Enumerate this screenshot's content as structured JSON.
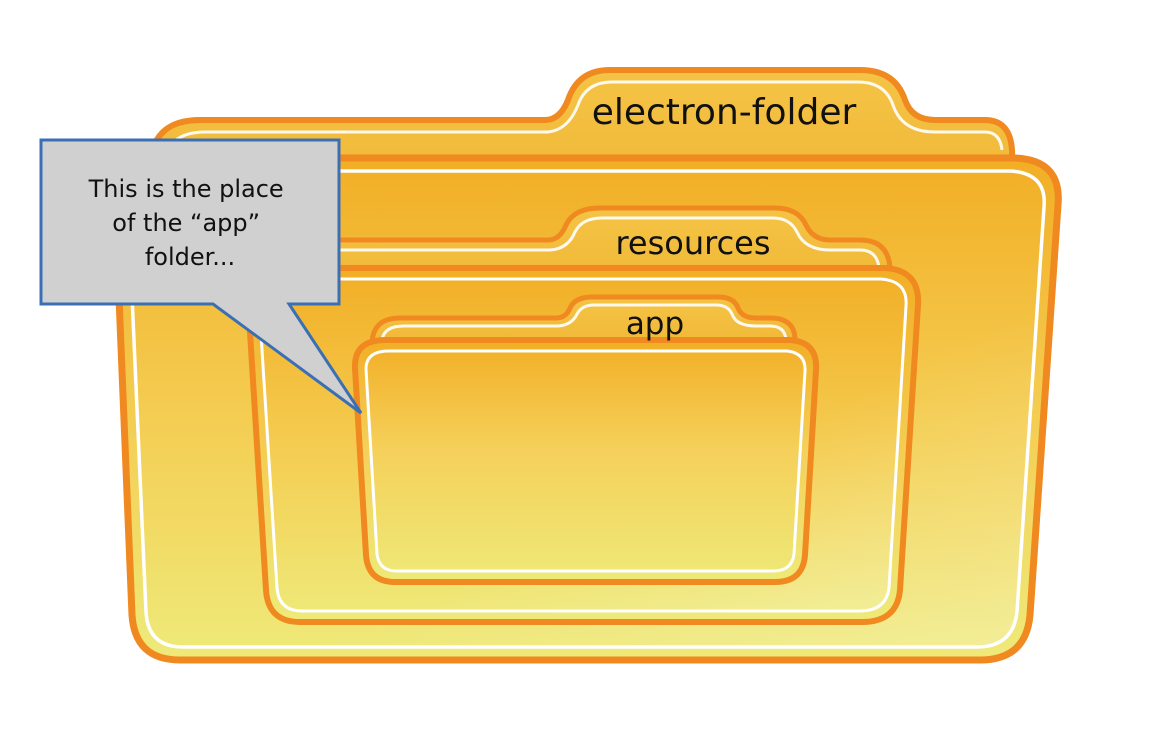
{
  "folders": {
    "outer": {
      "label": "electron-folder",
      "icon": "folder-icon"
    },
    "middle": {
      "label": "resources",
      "icon": "folder-icon"
    },
    "inner": {
      "label": "app",
      "icon": "folder-icon"
    }
  },
  "callout": {
    "lines": [
      "This is the place",
      "of the “app”",
      "folder..."
    ]
  },
  "colors": {
    "folder_border": "#f0891f",
    "folder_fill_top": "#f3b22c",
    "folder_fill_bottom": "#eeea7a",
    "callout_fill": "#d0d0d0",
    "callout_border": "#3b6fb4"
  }
}
